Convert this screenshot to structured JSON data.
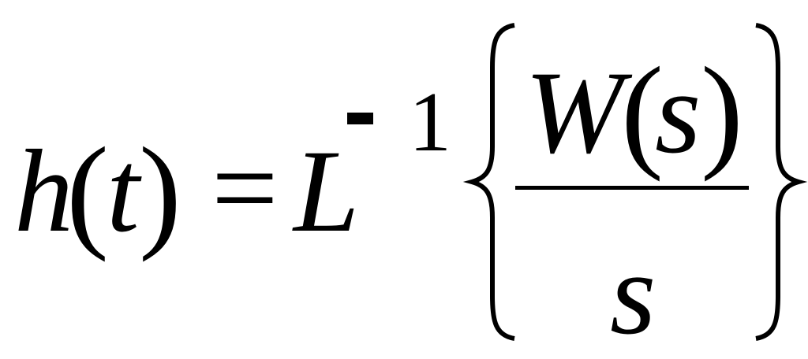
{
  "formula": {
    "lhs": {
      "function_name": "h",
      "open_paren": "(",
      "argument": "t",
      "close_paren": ")"
    },
    "equals": "=",
    "operator": {
      "symbol": "L",
      "superscript_minus": "-",
      "superscript_one": "1"
    },
    "left_brace": "{",
    "right_brace": "}",
    "numerator": {
      "function_name": "W",
      "open_paren": "(",
      "argument": "s",
      "close_paren": ")"
    },
    "denominator": "s"
  }
}
